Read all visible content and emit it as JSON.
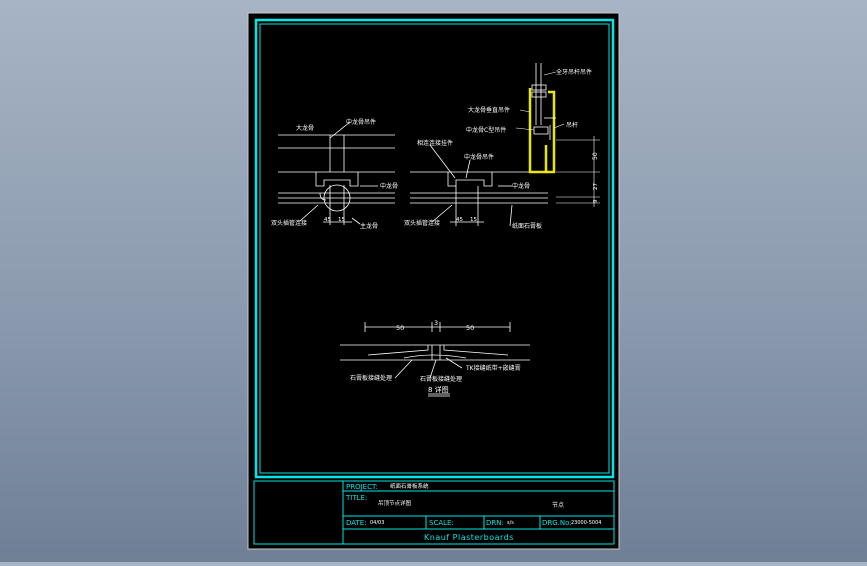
{
  "drawing": {
    "detail_left": {
      "label_top": "大龙骨",
      "label_hanger": "中龙骨吊件",
      "label_main": "中龙骨",
      "label_clip": "双头插管连接",
      "label_screw": "主龙骨",
      "dim_left": "45",
      "dim_right": "15"
    },
    "detail_mid": {
      "label_top": "相连连接挂件",
      "label_hanger": "中龙骨吊件",
      "label_main": "中龙骨",
      "label_clip": "双头插管连接",
      "label_board": "纸面石膏板",
      "dim_left": "45",
      "dim_right": "15"
    },
    "detail_right": {
      "label_top": "全牙吊杆吊件",
      "label_mid": "大龙骨垂直吊件",
      "label_low": "中龙骨C型吊件",
      "label_tag": "吊杆",
      "dim_50": "50",
      "dim_27": "27",
      "dim_9": "9"
    },
    "detail_bottom": {
      "dim_left": "50",
      "dim_center": "3",
      "dim_right": "50",
      "label_left": "石膏板接缝处理",
      "label_right": "TK接缝纸带+嵌缝膏",
      "label_center": "石膏板接缝处理",
      "caption": "8 详图"
    }
  },
  "titleblock": {
    "project_label": "PROJECT:",
    "project_value": "纸面石膏板系统",
    "title_label": "TITLE:",
    "title_value": "吊顶节点详图",
    "title_right": "节点",
    "date_label": "DATE:",
    "date_value": "04/03",
    "scale_label": "SCALE:",
    "drn_label": "DRN:",
    "drn_value": "s/s",
    "drgno_label": "DRG.No:",
    "drgno_value": "23000-5004",
    "company": "Knauf Plasterboards"
  },
  "colors": {
    "frame": "#00e5e5",
    "line": "#ffffff",
    "text": "#ffffff",
    "accent": "#e8e800"
  }
}
